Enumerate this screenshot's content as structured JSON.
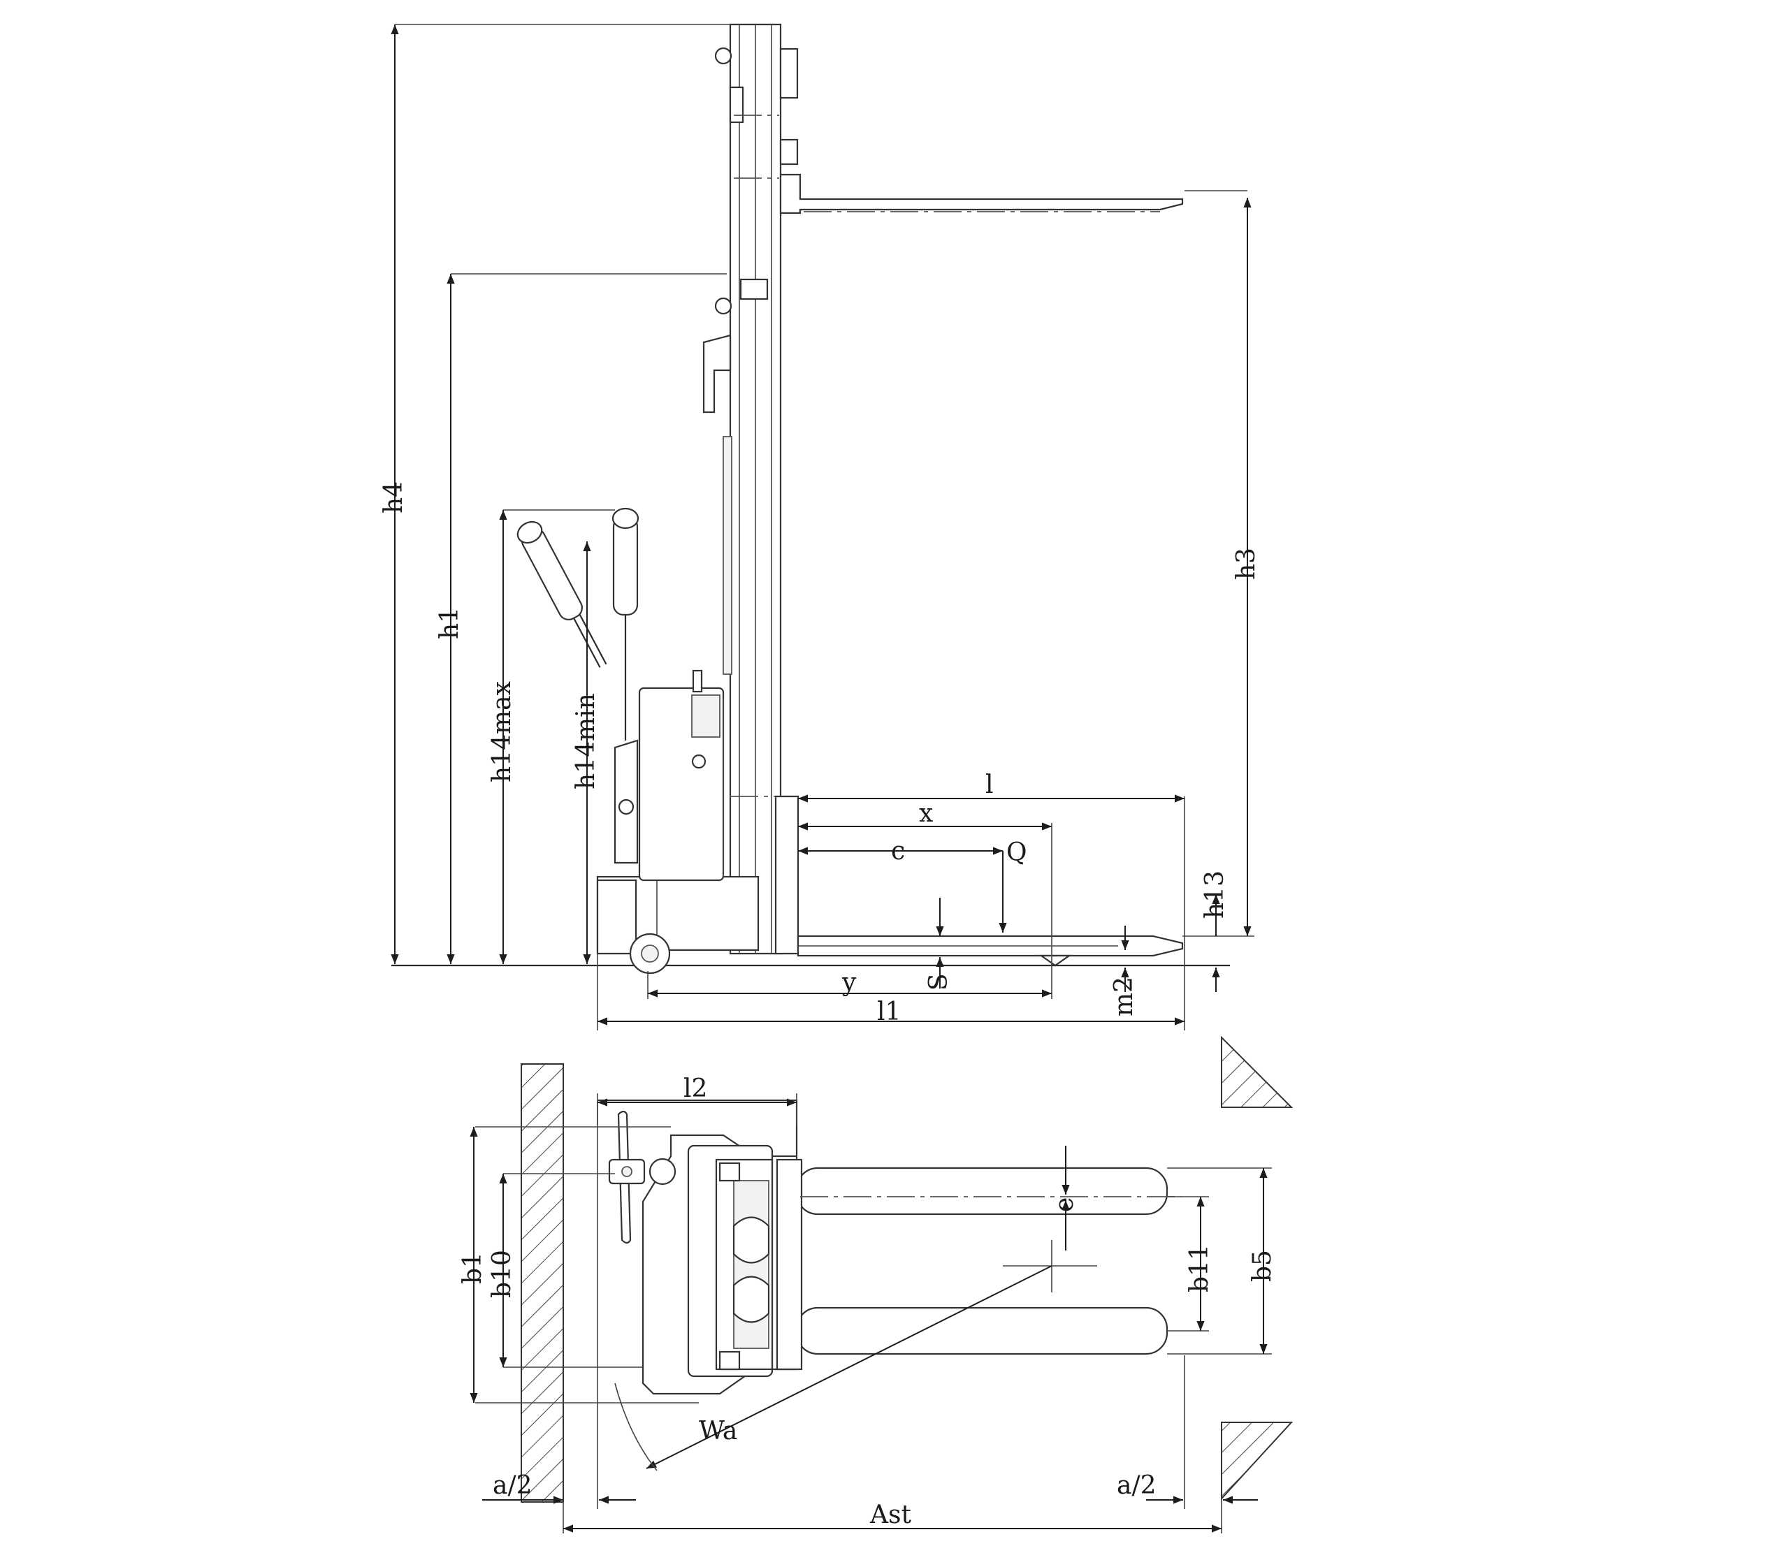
{
  "diagram": {
    "side_view_labels": {
      "h4": "h4",
      "h1": "h1",
      "h14max": "h14max",
      "h14min": "h14min",
      "h3": "h3",
      "h13": "h13",
      "l": "l",
      "x": "x",
      "c": "c",
      "Q": "Q",
      "S": "S",
      "y": "y",
      "l1": "l1",
      "m2": "m2"
    },
    "top_view_labels": {
      "l2": "l2",
      "b1": "b1",
      "b10": "b10",
      "e": "e",
      "b11": "b11",
      "b5": "b5",
      "Wa": "Wa",
      "a2_left": "a/2",
      "a2_right": "a/2",
      "Ast": "Ast"
    },
    "colors": {
      "line": "#2a2a2a",
      "hatch": "#444444",
      "background": "#ffffff"
    }
  }
}
